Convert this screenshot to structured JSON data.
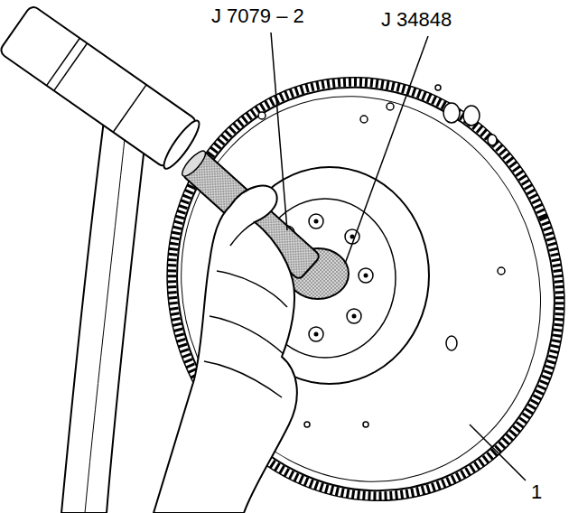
{
  "diagram": {
    "labels": [
      "J 7079 – 2",
      "J 34848",
      "1"
    ]
  }
}
